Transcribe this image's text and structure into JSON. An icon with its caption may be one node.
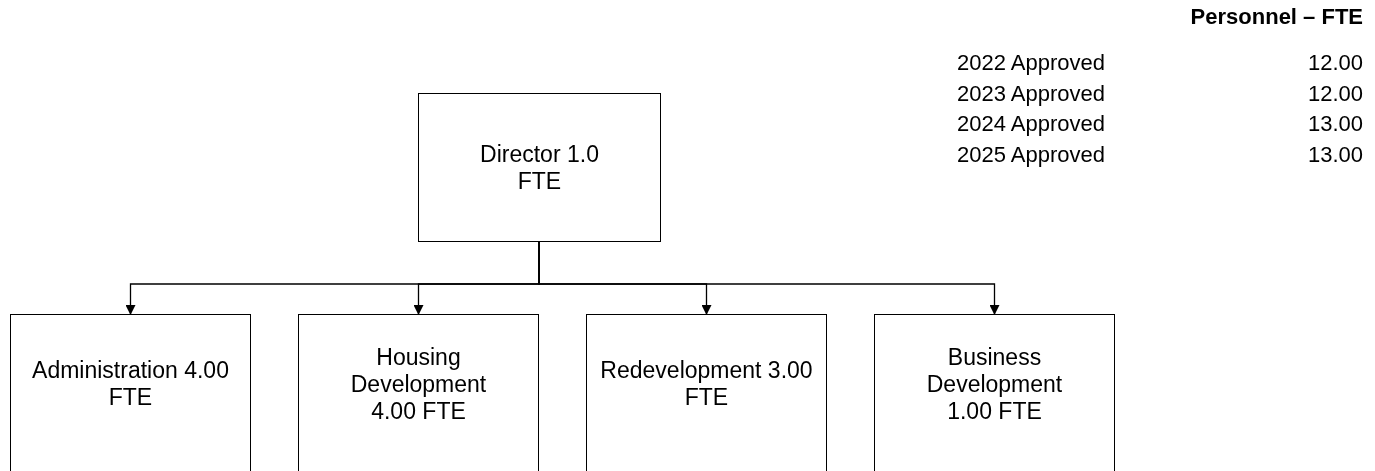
{
  "diagram": {
    "nodes": [
      {
        "text": [
          "Director 1.0 FTE"
        ]
      },
      {
        "text": [
          "Administration 4.00 FTE"
        ]
      },
      {
        "text": [
          "Housing Development 4.00 FTE"
        ]
      },
      {
        "text": [
          "Redevelopment 3.00 FTE"
        ]
      },
      {
        "text": [
          "Business Development 1.00 FTE"
        ]
      }
    ],
    "edges": [
      {
        "from": 0,
        "to": 1,
        "arrow": "to"
      },
      {
        "from": 0,
        "to": 2,
        "arrow": "to"
      },
      {
        "from": 0,
        "to": 3,
        "arrow": "to"
      },
      {
        "from": 0,
        "to": 4,
        "arrow": "to"
      }
    ],
    "labels": [
      "Personnel – FTE",
      "2022 Approved",
      "12.00",
      "2023 Approved",
      "12.00",
      "2024 Approved",
      "13.00",
      "2025 Approved",
      "13.00"
    ]
  }
}
